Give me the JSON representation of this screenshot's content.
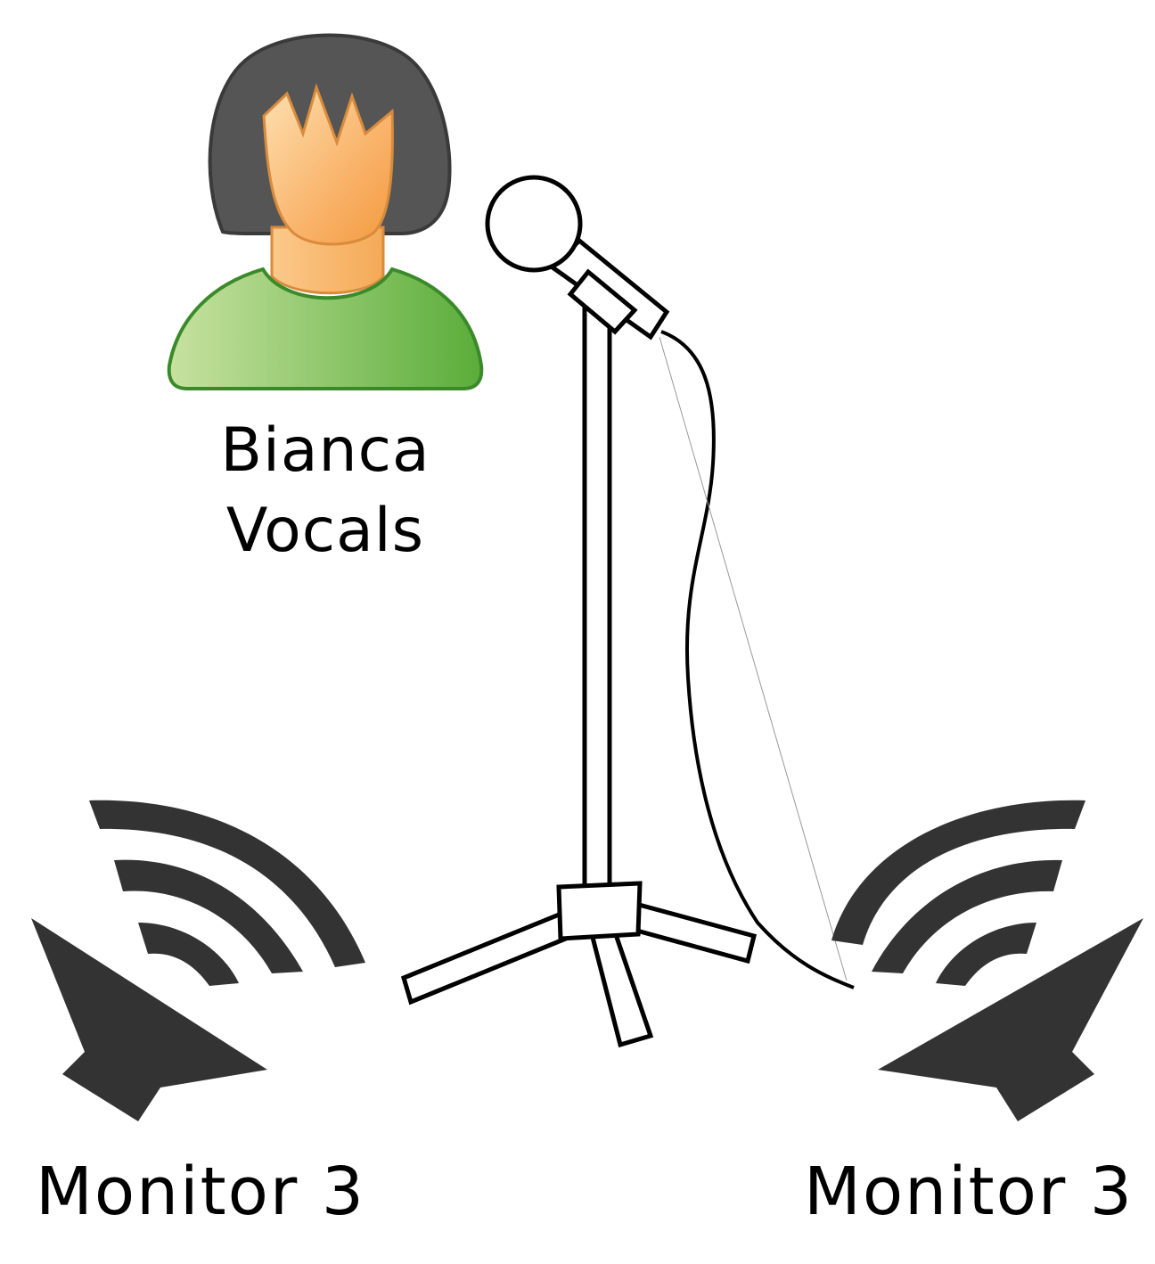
{
  "performer": {
    "name": "Bianca",
    "role": "Vocals",
    "icon": "person-icon",
    "colors": {
      "hair": "#555555",
      "skin": "#f9b36a",
      "shirt": "#6dbb45",
      "outline": "#3a8a2a"
    }
  },
  "microphone": {
    "icon": "microphone-stand-icon",
    "stroke": "#000000"
  },
  "monitors": [
    {
      "label": "Monitor 3",
      "icon": "speaker-icon",
      "side": "left"
    },
    {
      "label": "Monitor 3",
      "icon": "speaker-icon",
      "side": "right"
    }
  ],
  "colors": {
    "speaker": "#333333",
    "background": "#ffffff"
  }
}
